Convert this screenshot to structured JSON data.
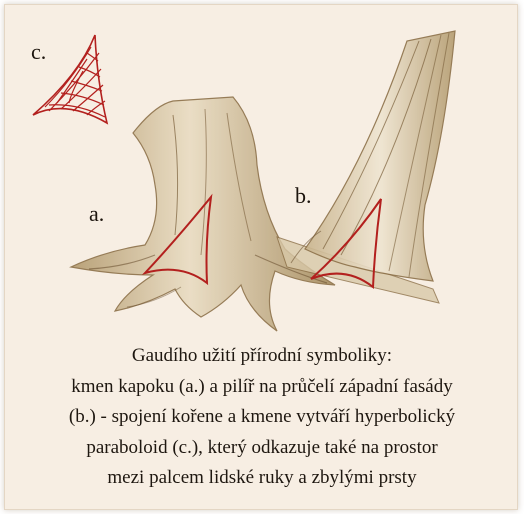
{
  "figure": {
    "label_c": "c.",
    "label_a": "a.",
    "label_b": "b.",
    "icons": {
      "paraboloid": "hyperbolic-paraboloid-wireframe",
      "tree": "kapok-tree-trunk-sketch",
      "pillar": "facade-pillar-sketch"
    },
    "colors": {
      "background": "#f7eee3",
      "sketch_brown": "#9c8258",
      "highlight_red": "#b3201e"
    }
  },
  "caption": {
    "line1": "Gaudího užití přírodní symboliky:",
    "line2": "kmen kapoku (a.) a pilíř na průčelí západní fasády",
    "line3": "(b.) - spojení kořene a kmene vytváří hyperbolický",
    "line4": "paraboloid (c.), který odkazuje také na prostor",
    "line5": "mezi palcem lidské ruky a zbylými prsty"
  }
}
